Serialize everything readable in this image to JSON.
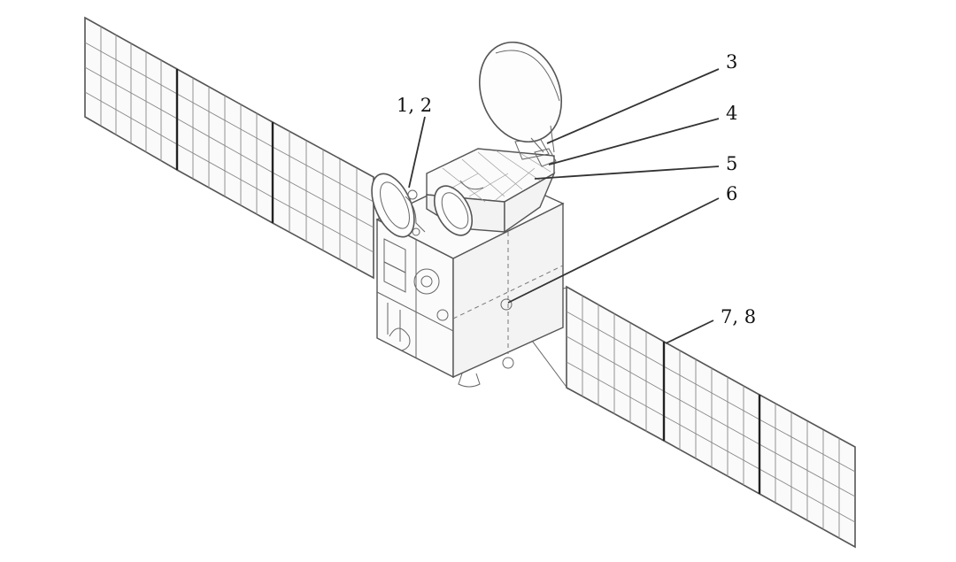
{
  "callouts": [
    {
      "id": "c12",
      "text": "1, 2"
    },
    {
      "id": "c3",
      "text": "3"
    },
    {
      "id": "c4",
      "text": "4"
    },
    {
      "id": "c5",
      "text": "5"
    },
    {
      "id": "c6",
      "text": "6"
    },
    {
      "id": "c78",
      "text": "7, 8"
    }
  ]
}
